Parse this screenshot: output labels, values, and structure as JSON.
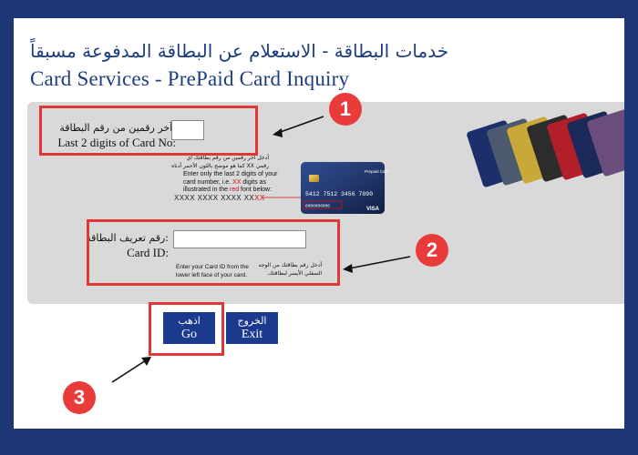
{
  "header": {
    "title_ar": "خدمات البطاقة - الاستعلام عن البطاقة المدفوعة مسبقاً",
    "title_en": "Card Services - PrePaid Card Inquiry"
  },
  "last_digits": {
    "label_ar": ":آخر رقمين من رقم البطاقة",
    "label_en": "Last 2 digits of Card No:",
    "value": "",
    "help_ar_1": "أدخل آخر رقمين من رقم بطاقتك أي",
    "help_ar_2": "رقمي XX كما هو موضح باللون الأحمر أدناه",
    "help_en_1": "Enter only the last 2 digits of your",
    "help_en_2": "card number, i.e. ",
    "help_en_xx": "XX",
    "help_en_3": " digits as",
    "help_en_4": "illustrated in the ",
    "help_en_red": "red",
    "help_en_5": " font below:",
    "mask_prefix": "XXXX XXXX XXXX XX",
    "mask_suffix": "XX"
  },
  "card_id": {
    "label_ar": ":رقم تعريف البطاقة",
    "label_en": "Card ID:",
    "value": "",
    "help_en_1": "Enter your Card ID from the",
    "help_en_2": "lower left face of your card.",
    "help_ar_1": "أدخل رقم بطاقتك من الوجه",
    "help_ar_2": "السفلي الأيسر لبطاقتك."
  },
  "sample_card": {
    "brand": "Prepaid Card",
    "number": "5412 7512 3456 7890",
    "card_id": "0000000000",
    "network": "VISA"
  },
  "buttons": {
    "go_ar": "اذهب",
    "go_en": "Go",
    "exit_ar": "الخروج",
    "exit_en": "Exit"
  },
  "annotations": {
    "step1": "1",
    "step2": "2",
    "step3": "3"
  },
  "colors": {
    "frame": "#1e3576",
    "title": "#1c3d82",
    "button": "#1b3a8e",
    "highlight": "#e03737",
    "panel": "#d9d9d9"
  }
}
